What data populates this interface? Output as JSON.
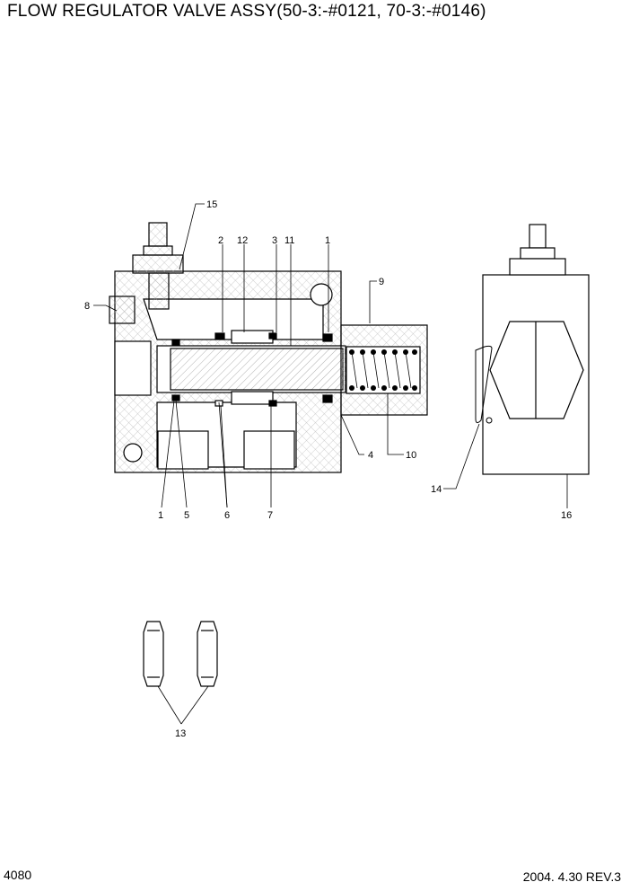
{
  "title": "FLOW REGULATOR VALVE ASSY(50-3:-#0121, 70-3:-#0146)",
  "page_number": "4080",
  "date_rev": "2004. 4.30 REV.3",
  "callouts": [
    "15",
    "2",
    "12",
    "3",
    "11",
    "1",
    "9",
    "8",
    "1",
    "5",
    "6",
    "7",
    "4",
    "10",
    "14",
    "16",
    "13"
  ]
}
